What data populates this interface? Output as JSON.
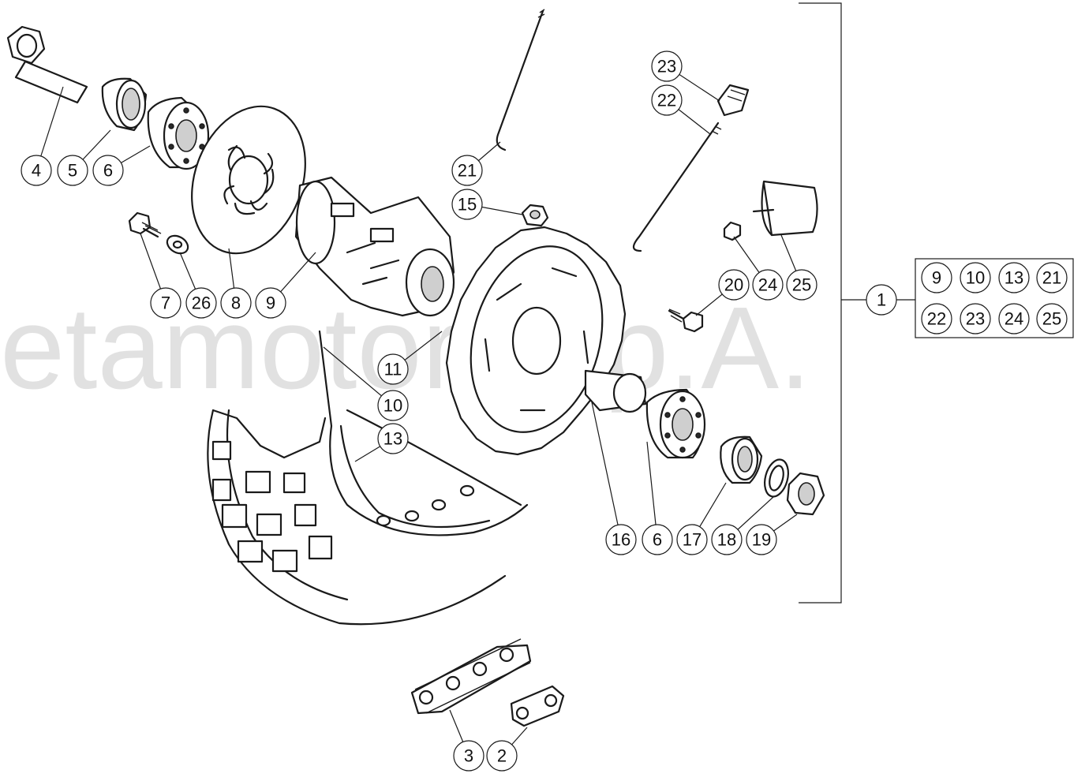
{
  "watermark": "etamotor S.p.A.",
  "callouts": [
    "1",
    "2",
    "3",
    "4",
    "5",
    "6",
    "6",
    "7",
    "8",
    "9",
    "10",
    "11",
    "13",
    "15",
    "16",
    "17",
    "18",
    "19",
    "20",
    "21",
    "21",
    "22",
    "22",
    "23",
    "23",
    "24",
    "25",
    "26"
  ],
  "kit": {
    "label": "1",
    "parts": [
      "9",
      "10",
      "13",
      "21",
      "22",
      "23",
      "24",
      "25"
    ]
  }
}
